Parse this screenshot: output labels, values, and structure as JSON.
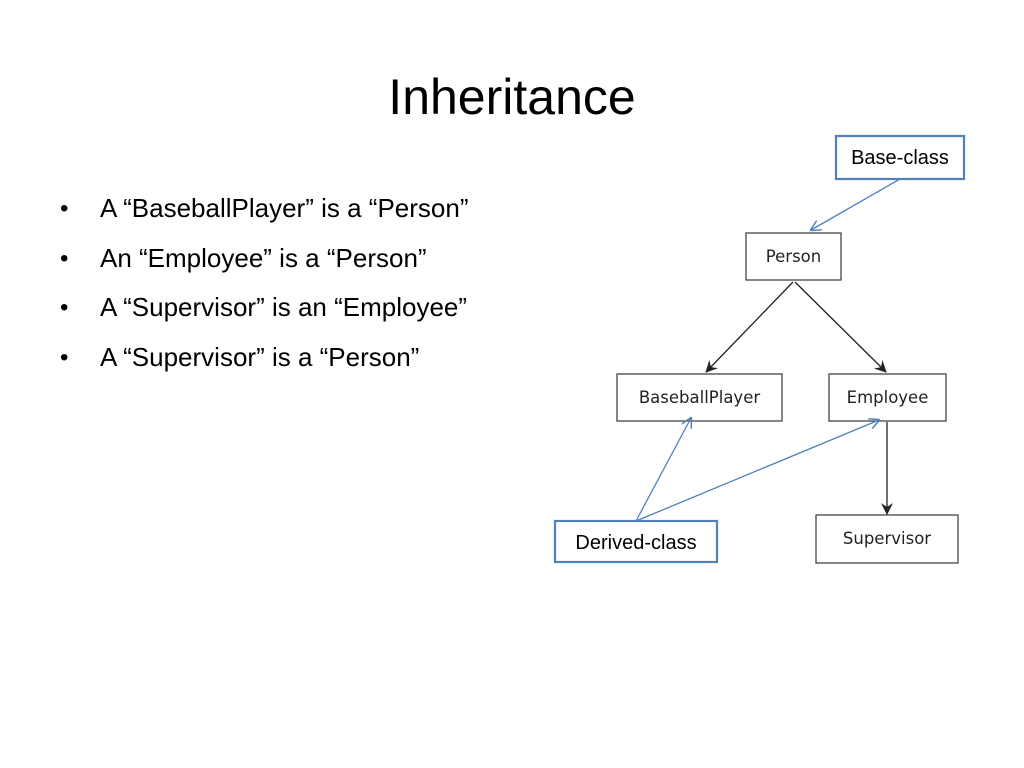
{
  "slide": {
    "title": "Inheritance",
    "bullets": [
      "A “BaseballPlayer” is a “Person”",
      "An “Employee” is a “Person”",
      "A “Supervisor” is an “Employee”",
      "A “Supervisor” is a “Person”"
    ]
  },
  "diagram": {
    "classes": {
      "person": "Person",
      "baseball_player": "BaseballPlayer",
      "employee": "Employee",
      "supervisor": "Supervisor"
    },
    "callouts": {
      "base": "Base-class",
      "derived": "Derived-class"
    },
    "colors": {
      "callout_border": "#4f81bd",
      "callout_arrow": "#4f81bd",
      "uml_line": "#222222"
    }
  }
}
